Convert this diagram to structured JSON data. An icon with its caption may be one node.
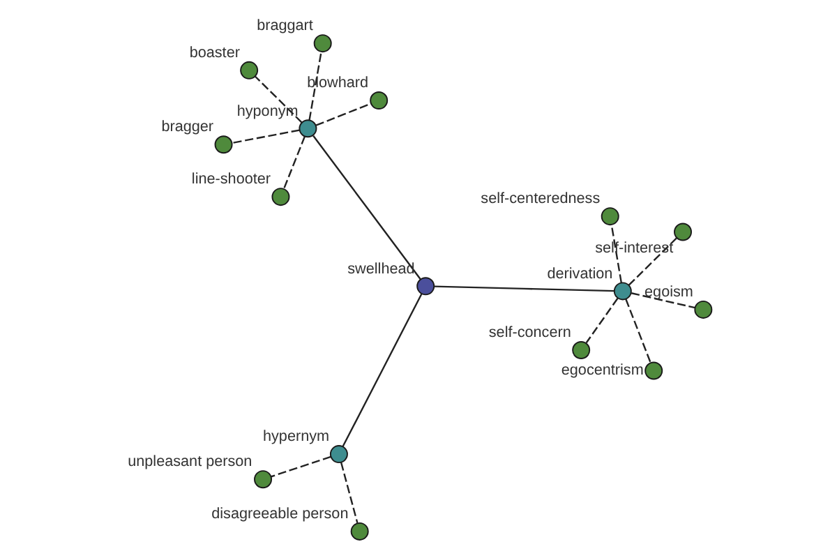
{
  "diagram": {
    "nodes": [
      {
        "text": [
          "bragger"
        ]
      },
      {
        "text": [
          "blowhard"
        ]
      },
      {
        "text": [
          "line-shooter"
        ]
      },
      {
        "text": [
          "braggart"
        ]
      },
      {
        "text": [
          "hyponym"
        ]
      },
      {
        "text": [
          "boaster"
        ]
      },
      {
        "text": [
          "swellhead"
        ]
      },
      {
        "text": [
          "egoism"
        ]
      },
      {
        "text": [
          "disagreeable person"
        ]
      },
      {
        "text": [
          "hypernym"
        ]
      },
      {
        "text": [
          "self-concern"
        ]
      },
      {
        "text": [
          "unpleasant person"
        ]
      },
      {
        "text": [
          "derivation"
        ]
      },
      {
        "text": [
          "self-interest"
        ]
      },
      {
        "text": [
          "self-centeredness"
        ]
      },
      {
        "text": [
          "egocentrism"
        ]
      }
    ],
    "edges": [
      {
        "from": 6,
        "to": 4,
        "arrow": "none"
      },
      {
        "from": 6,
        "to": 9,
        "arrow": "none"
      },
      {
        "from": 6,
        "to": 12,
        "arrow": "none"
      },
      {
        "from": 4,
        "to": 0,
        "arrow": "none",
        "style": "dashed"
      },
      {
        "from": 4,
        "to": 1,
        "arrow": "none",
        "style": "dashed"
      },
      {
        "from": 4,
        "to": 2,
        "arrow": "none",
        "style": "dashed"
      },
      {
        "from": 4,
        "to": 3,
        "arrow": "none",
        "style": "dashed"
      },
      {
        "from": 4,
        "to": 5,
        "arrow": "none",
        "style": "dashed"
      },
      {
        "from": 9,
        "to": 8,
        "arrow": "none",
        "style": "dashed"
      },
      {
        "from": 9,
        "to": 11,
        "arrow": "none",
        "style": "dashed"
      },
      {
        "from": 12,
        "to": 7,
        "arrow": "none",
        "style": "dashed"
      },
      {
        "from": 12,
        "to": 10,
        "arrow": "none",
        "style": "dashed"
      },
      {
        "from": 12,
        "to": 13,
        "arrow": "none",
        "style": "dashed"
      },
      {
        "from": 12,
        "to": 14,
        "arrow": "none",
        "style": "dashed"
      },
      {
        "from": 12,
        "to": 15,
        "arrow": "none",
        "style": "dashed"
      }
    ]
  }
}
